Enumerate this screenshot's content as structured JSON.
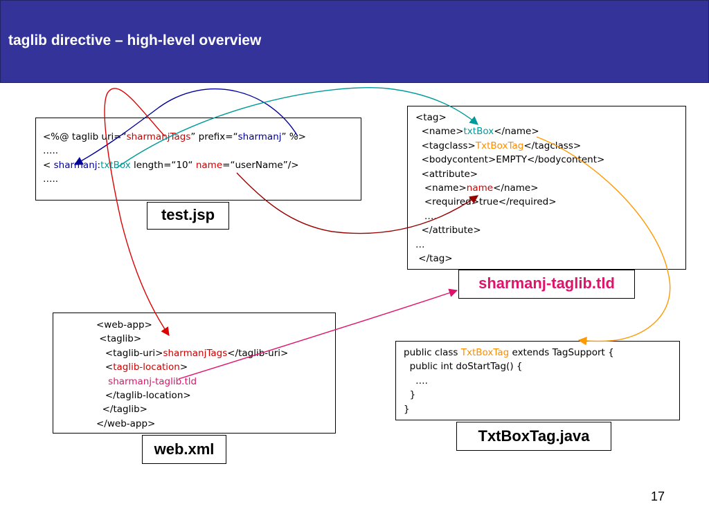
{
  "title": "taglib directive – high-level overview",
  "page_number": "17",
  "colors": {
    "header_bg": "#33339a",
    "red": "#cc0000",
    "teal": "#009a9a",
    "navy": "#000099",
    "orange": "#ff8c00",
    "pink": "#e0136c",
    "dark_red": "#990000"
  },
  "boxes": {
    "test_jsp": {
      "label": "test.jsp",
      "line1": {
        "a": "<%@ taglib uri=“",
        "b": "sharmanjTags",
        "c": "” prefix=“",
        "d": "sharmanj",
        "e": "” %>"
      },
      "line2": "…..",
      "line3": {
        "a": "< ",
        "b": "sharmanj",
        "c": ":",
        "d": "txtBox",
        "e": " length=“10“ ",
        "f": "name",
        "g": "=“userName”/>"
      },
      "line4": "…..",
      "line0": ""
    },
    "tld": {
      "label": "sharmanj-taglib.tld",
      "l1": "<tag>",
      "l2": {
        "a": "<name>",
        "b": "txtBox",
        "c": "</name>"
      },
      "l3": {
        "a": "<tagclass>",
        "b": "TxtBoxTag",
        "c": "</tagclass>"
      },
      "l4": "<bodycontent>EMPTY</bodycontent>",
      "l5": "<attribute>",
      "l6": {
        "a": "<name>",
        "b": "name",
        "c": "</name>"
      },
      "l7": "<required>true</required>",
      "l8": "….",
      "l9": "</attribute>",
      "l10": "…",
      "l11": "</tag>"
    },
    "web_xml": {
      "label": "web.xml",
      "l1": "<web-app>",
      "l2": "<taglib>",
      "l3": {
        "a": "<taglib-uri>",
        "b": "sharmanjTags",
        "c": "</taglib-uri>"
      },
      "l4": {
        "a": "<",
        "b": "taglib-location",
        "c": ">"
      },
      "l5": "sharmanj-taglib.tld",
      "l6": "</taglib-location>",
      "l7": "</taglib>",
      "l8": "</web-app>"
    },
    "java": {
      "label": "TxtBoxTag.java",
      "l1": {
        "a": "public class ",
        "b": "TxtBoxTag",
        "c": " extends TagSupport {"
      },
      "l2": "public int doStartTag() {",
      "l3": "….",
      "l4": "}",
      "l5": "}"
    }
  }
}
